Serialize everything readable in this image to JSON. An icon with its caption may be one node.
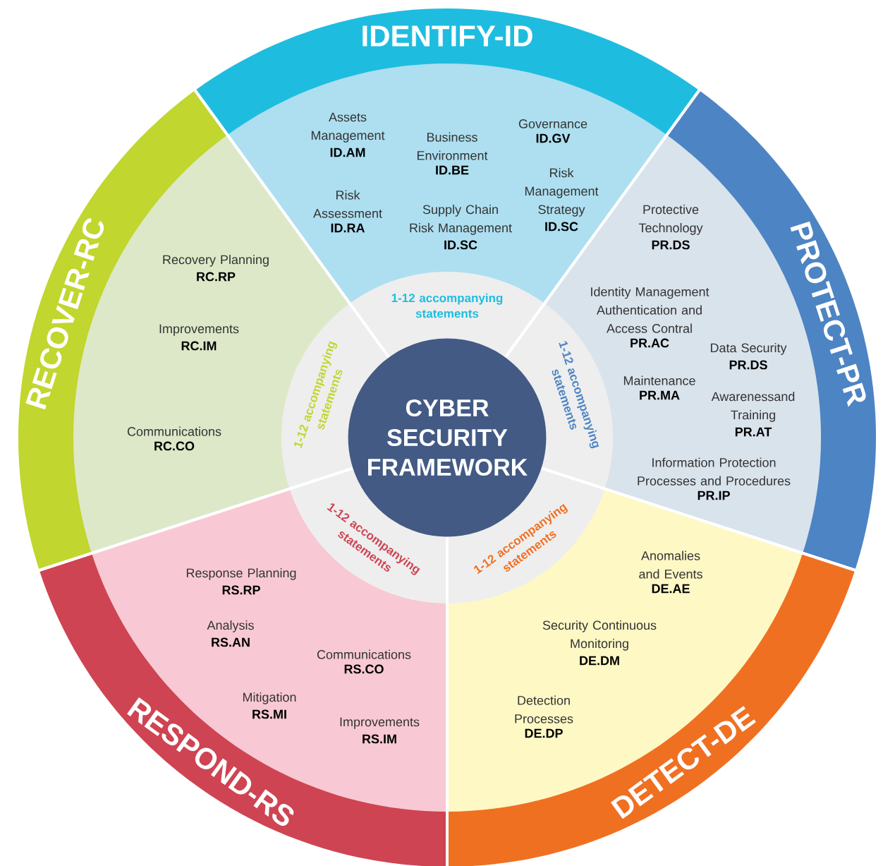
{
  "diagram": {
    "nodes": [
      {
        "text": [
          "CYBER SECURITY FRAMEWORK"
        ]
      },
      {
        "text": [
          "IDENTIFY-ID",
          "1-12 accompanying statements",
          "Assets Management",
          "ID.AM",
          "Business Environment",
          "ID.BE",
          "Governance",
          "ID.GV",
          "Risk Assessment",
          "ID.RA",
          "Supply Chain Risk Management",
          "ID.SC",
          "Risk Management Strategy",
          "ID.SC"
        ]
      },
      {
        "text": [
          "PROTECT-PR",
          "1-12 accompanying statements",
          "Protective Technology",
          "PR.DS",
          "Identity  Management Authentication and Access Contral",
          "PR.AC",
          "Data Security",
          "PR.DS",
          "Maintenance",
          "PR.MA",
          "Awarenessand Training",
          "PR.AT",
          "Information Protection Processes and Procedures",
          "PR.IP"
        ]
      },
      {
        "text": [
          "DETECT-DE",
          "1-12 accompanying statements",
          "Anomalies and Events",
          "DE.AE",
          "Security Continuous Monitoring",
          "DE.DM",
          "Detection Processes",
          "DE.DP"
        ]
      },
      {
        "text": [
          "RESPOND-RS",
          "1-12 accompanying statements",
          "Response Planning",
          "RS.RP",
          "Analysis",
          "RS.AN",
          "Communications",
          "RS.CO",
          "Mitigation",
          "RS.MI",
          "Improvements",
          "RS.IM"
        ]
      },
      {
        "text": [
          "RECOVER-RC",
          "1-12 accompanying statements",
          "Recovery Planning",
          "RC.RP",
          "Improvements",
          "RC.IM",
          "Communications",
          "RC.CO"
        ]
      }
    ]
  }
}
